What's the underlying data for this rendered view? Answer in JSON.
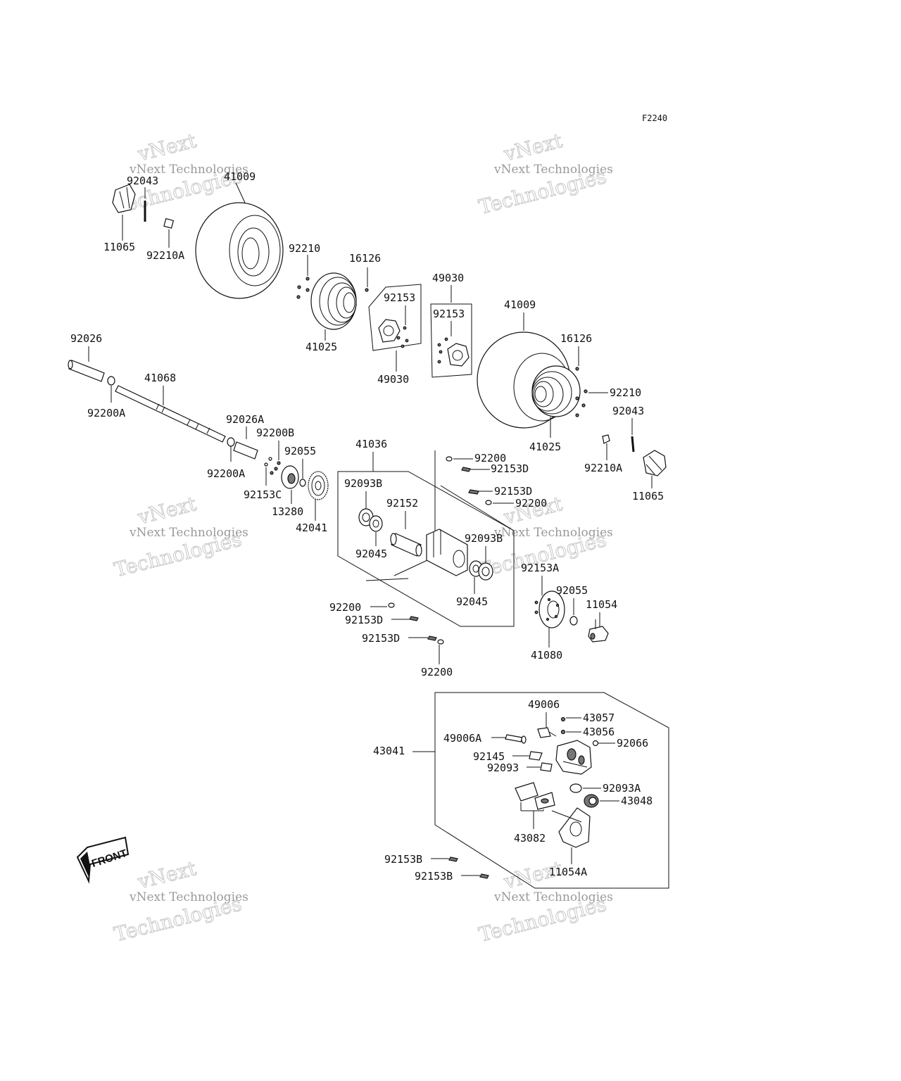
{
  "diagram_code": "F2240",
  "watermark": {
    "line1": "vNext Technologies",
    "line2": "Technologies",
    "line3": "vNext"
  },
  "front_label": "FRONT",
  "labels": {
    "p92043_left": "92043",
    "p41009_left": "41009",
    "p11065_left": "11065",
    "p92210A_left": "92210A",
    "p92210_left": "92210",
    "p16126_left": "16126",
    "p41025_left": "41025",
    "p92153_a": "92153",
    "p49030_a": "49030",
    "p49030_b": "49030",
    "p92153_b": "92153",
    "p41009_right": "41009",
    "p16126_right": "16126",
    "p92210_right": "92210",
    "p92043_right": "92043",
    "p41025_right": "41025",
    "p92210A_right": "92210A",
    "p11065_right": "11065",
    "p92026": "92026",
    "p41068": "41068",
    "p92200A_a": "92200A",
    "p92026A": "92026A",
    "p92200B": "92200B",
    "p92055_a": "92055",
    "p92200A_b": "92200A",
    "p92153C": "92153C",
    "p13280": "13280",
    "p42041": "42041",
    "p41036": "41036",
    "p92200_a": "92200",
    "p92153D_a": "92153D",
    "p92153D_b": "92153D",
    "p92200_b": "92200",
    "p92093B_a": "92093B",
    "p92152": "92152",
    "p92045_a": "92045",
    "p92093B_b": "92093B",
    "p92045_b": "92045",
    "p92153A": "92153A",
    "p92055_b": "92055",
    "p11054": "11054",
    "p41080": "41080",
    "p92200_c": "92200",
    "p92153D_c": "92153D",
    "p92153D_d": "92153D",
    "p92200_d": "92200",
    "p49006": "49006",
    "p43057": "43057",
    "p49006A": "49006A",
    "p43056": "43056",
    "p92066": "92066",
    "p43041": "43041",
    "p92145": "92145",
    "p92093": "92093",
    "p92093A": "92093A",
    "p43048": "43048",
    "p43082": "43082",
    "p92153B_a": "92153B",
    "p11054A": "11054A",
    "p92153B_b": "92153B"
  }
}
